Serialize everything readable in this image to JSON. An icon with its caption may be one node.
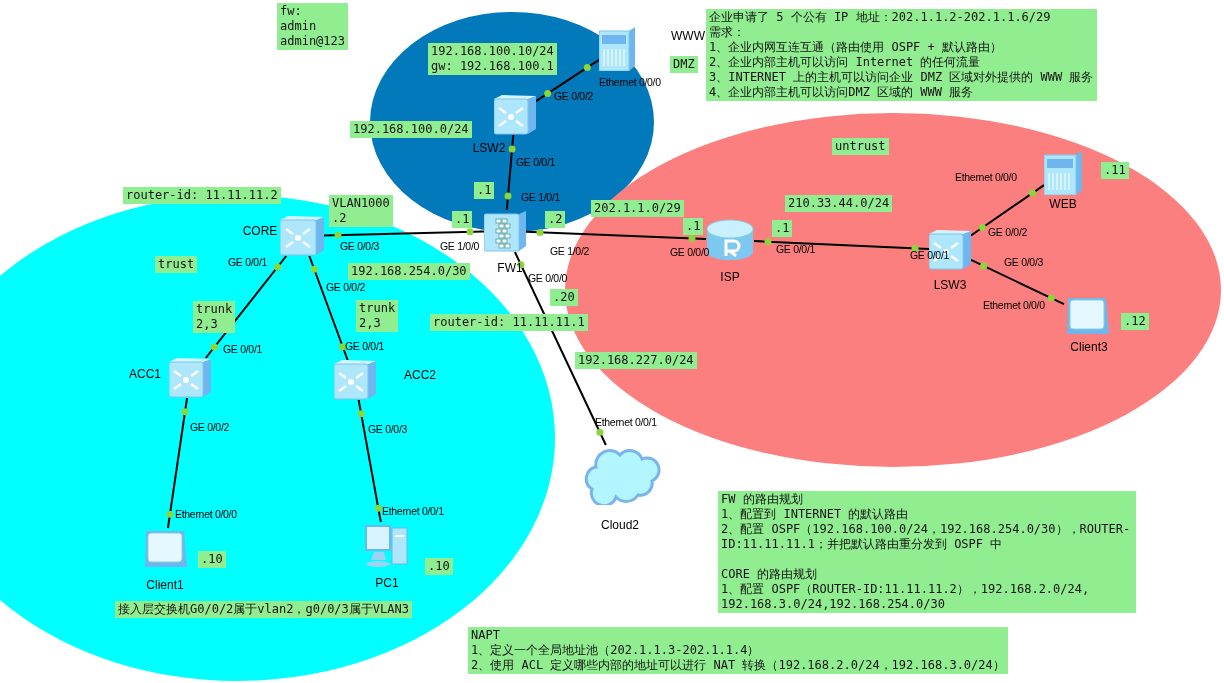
{
  "diagram": {
    "nodes": [
      {
        "text": [
          "trust"
        ]
      },
      {
        "text": [
          "DMZ"
        ]
      },
      {
        "text": [
          "untrust"
        ]
      },
      {
        "text": [
          "CORE"
        ],
        "in": 0
      },
      {
        "text": [
          "ACC1"
        ],
        "in": 0
      },
      {
        "text": [
          "ACC2"
        ],
        "in": 0
      },
      {
        "text": [
          "Client1"
        ],
        "in": 0,
        "beside": [
          ".10"
        ]
      },
      {
        "text": [
          "PC1"
        ],
        "in": 0,
        "beside": [
          ".10"
        ]
      },
      {
        "text": [
          "LSW2"
        ],
        "in": 1
      },
      {
        "text": [
          "WWW"
        ],
        "in": 1
      },
      {
        "text": [
          "FW1"
        ]
      },
      {
        "text": [
          "ISP"
        ],
        "in": 2
      },
      {
        "text": [
          "LSW3"
        ],
        "in": 2
      },
      {
        "text": [
          "WEB"
        ],
        "in": 2,
        "beside": [
          ".11"
        ]
      },
      {
        "text": [
          "Client3"
        ],
        "in": 2,
        "beside": [
          ".12"
        ]
      },
      {
        "text": [
          "Cloud2"
        ]
      }
    ],
    "edges": [
      {
        "from": 3,
        "to": 4,
        "arrow": "none"
      },
      {
        "from": 3,
        "to": 5,
        "arrow": "none"
      },
      {
        "from": 4,
        "to": 6,
        "arrow": "none"
      },
      {
        "from": 5,
        "to": 7,
        "arrow": "none"
      },
      {
        "from": 3,
        "to": 10,
        "arrow": "none"
      },
      {
        "from": 10,
        "to": 8,
        "arrow": "none"
      },
      {
        "from": 8,
        "to": 9,
        "arrow": "none"
      },
      {
        "from": 10,
        "to": 11,
        "arrow": "none"
      },
      {
        "from": 11,
        "to": 12,
        "arrow": "none"
      },
      {
        "from": 12,
        "to": 13,
        "arrow": "none"
      },
      {
        "from": 12,
        "to": 14,
        "arrow": "none"
      },
      {
        "from": 10,
        "to": 15,
        "arrow": "none"
      }
    ],
    "labels": [
      "fw:",
      "admin",
      "admin@123",
      "192.168.100.10/24",
      "gw: 192.168.100.1",
      "企业申请了 5 个公有 IP 地址：202.1.1.2-202.1.1.6/29",
      "需求：",
      "1、企业内网互连互通（路由使用 OSPF + 默认路由）",
      "2、企业内部主机可以访问 Internet 的任何流量",
      "3、INTERNET 上的主机可以访问企业 DMZ 区域对外提供的 WWW 服务",
      "4、企业内部主机可以访问DMZ 区域的 WWW 服务",
      "192.168.100.0/24",
      "router-id: 11.11.11.2",
      "VLAN1000",
      ".2",
      ".1",
      ".1",
      ".2",
      "202.1.1.0/29",
      ".1",
      ".1",
      "210.33.44.0/24",
      "192.168.254.0/30",
      "router-id: 11.11.11.1",
      ".20",
      "192.168.227.0/24",
      "trunk",
      "2,3",
      "trunk",
      "2,3",
      "接入层交换机G0/0/2属于vlan2，g0/0/3属于VLAN3",
      "FW 的路由规划",
      "1、配置到 INTERNET 的默认路由",
      "2、配置 OSPF（192.168.100.0/24，192.168.254.0/30），ROUTER-ID:11.11.11.1；并把默认路由重分发到 OSPF 中",
      "CORE 的路由规划",
      "1、配置 OSPF（ROUTER-ID:11.11.11.2），192.168.2.0/24, 192.168.3.0/24,192.168.254.0/30",
      "NAPT",
      "1、定义一个全局地址池（202.1.1.3-202.1.1.4）",
      "2、使用 ACL 定义哪些内部的地址可以进行 NAT 转换（192.168.2.0/24，192.168.3.0/24）",
      "GE 0/0/1",
      "GE 0/0/1",
      "GE 0/0/2",
      "GE 0/0/1",
      "GE 0/0/2",
      "Ethernet 0/0/0",
      "GE 0/0/3",
      "Ethernet 0/0/1",
      "GE 0/0/3",
      "GE 1/0/0",
      "GE 1/0/1",
      "GE 0/0/1",
      "GE 0/0/2",
      "Ethernet 0/0/0",
      "GE 1/0/2",
      "GE 0/0/0",
      "GE 0/0/1",
      "GE 0/0/1",
      "GE 0/0/2",
      "Ethernet 0/0/0",
      "GE 0/0/3",
      "Ethernet 0/0/0",
      "GE 0/0/0",
      "Ethernet 0/0/1"
    ]
  }
}
